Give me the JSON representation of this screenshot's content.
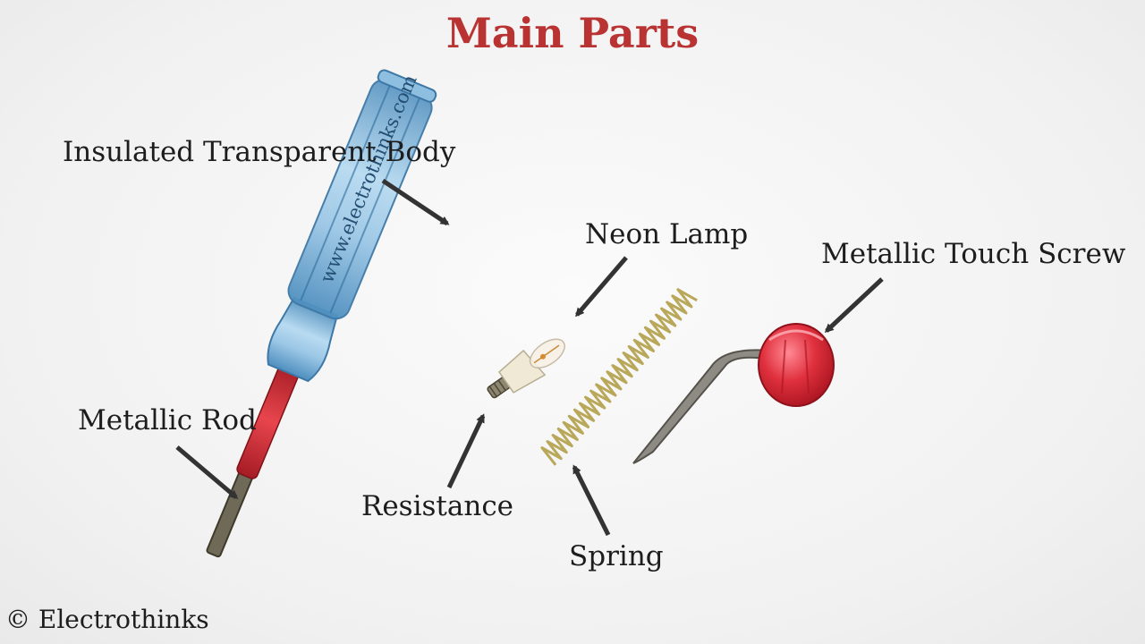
{
  "title": "Main Parts",
  "labels": {
    "insulated_body": "Insulated Transparent Body",
    "neon_lamp": "Neon Lamp",
    "metallic_touch_screw": "Metallic Touch Screw",
    "metallic_rod": "Metallic Rod",
    "resistance": "Resistance",
    "spring": "Spring"
  },
  "handle_text": "www.electrothinks.com",
  "copyright": "© Electrothinks",
  "colors": {
    "title": "#b93333",
    "handle": "#7fb3d6",
    "rod_insulation": "#d8313a",
    "touch_cap": "#e23a48",
    "spring": "#b9a85a",
    "arrow": "#333333"
  }
}
